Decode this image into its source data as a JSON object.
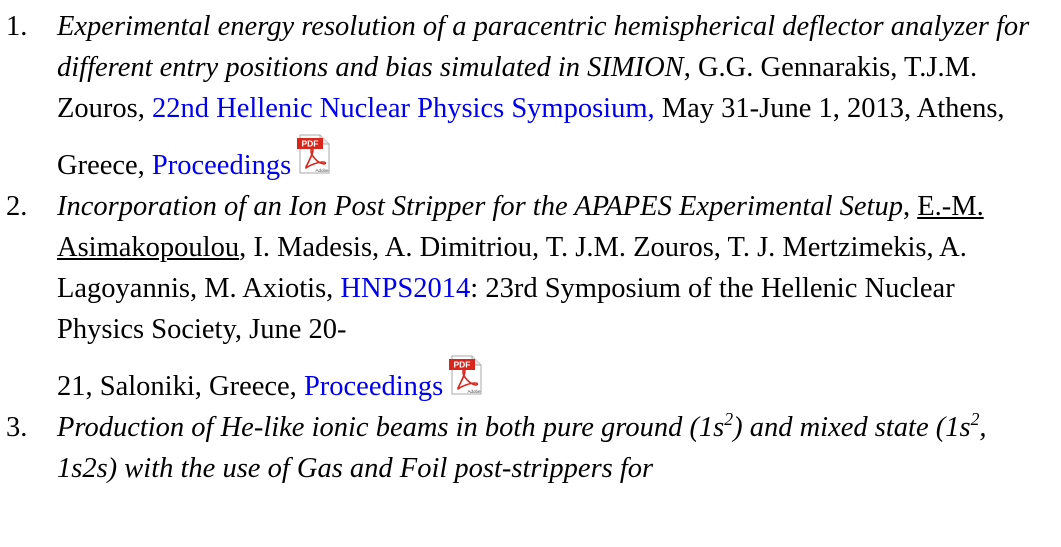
{
  "publications": [
    {
      "number": "1.",
      "title": "Experimental energy resolution of a paracentric hemispherical deflector analyzer for different entry positions and bias simulated in SIMION",
      "sep": ", ",
      "authors": "G.G. Gennarakis, T.J.M. Zouros, ",
      "venue_link": "22nd Hellenic Nuclear Physics Symposium,",
      "details": " May 31-June 1, 2013, Athens,",
      "location": "Greece, ",
      "proceedings_link": "Proceedings",
      "pdf_badge": "PDF",
      "pdf_brand": "Adobe"
    },
    {
      "number": "2.",
      "title": "Incorporation of an Ion Post Stripper for the APAPES Experimental Setup",
      "sep": ", ",
      "underlined_author": "E.-M. Asimakopoulou",
      "authors": ", I. Madesis, A. Dimitriou, T. J.M. Zouros, T. J. Mertzimekis, A. Lagoyannis, M. Axiotis, ",
      "venue_link": "HNPS2014",
      "details": ": 23rd Symposium of the Hellenic Nuclear Physics Society, June 20-",
      "location": "21, Saloniki, Greece, ",
      "proceedings_link": "Proceedings",
      "pdf_badge": "PDF",
      "pdf_brand": "Adobe"
    },
    {
      "number": "3.",
      "title_a": "Production of He-like ionic beams in both pure ground (1s",
      "sup_a": "2",
      "title_b": ") and mixed state (1s",
      "sup_b": "2",
      "title_c": ", 1s2s) with the use of Gas and Foil post-strippers for"
    }
  ],
  "colors": {
    "text": "#000000",
    "link": "#0000ee",
    "pdf_red": "#d9261c"
  },
  "icons": {
    "pdf": "adobe-pdf-icon"
  }
}
